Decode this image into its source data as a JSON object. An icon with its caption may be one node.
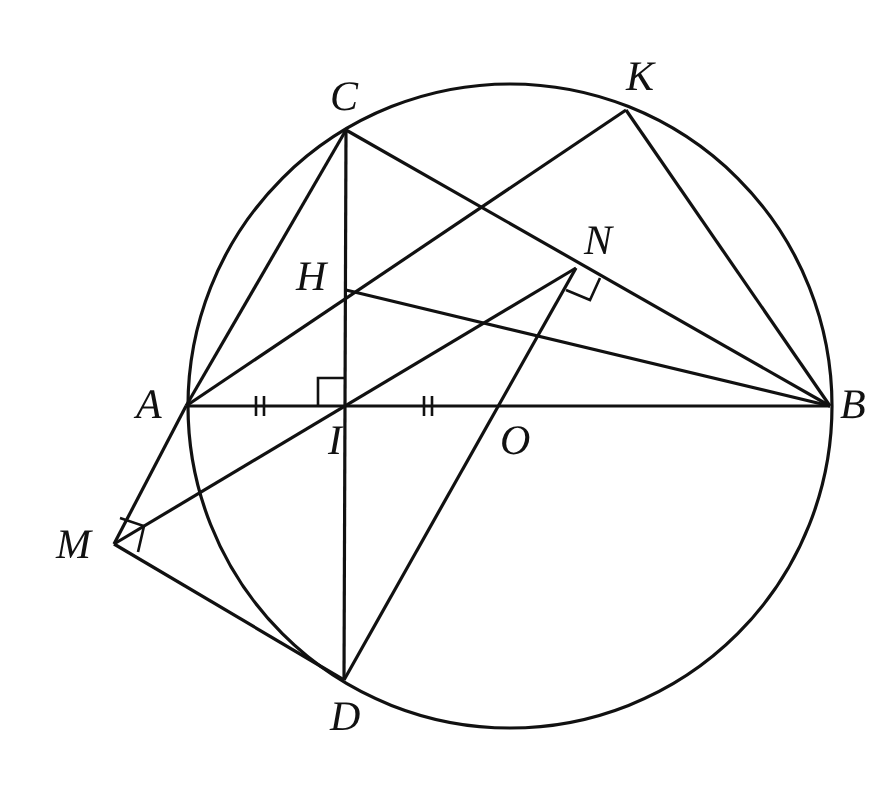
{
  "diagram": {
    "labels": [
      "C",
      "K",
      "N",
      "H",
      "A",
      "I",
      "O",
      "B",
      "M",
      "D"
    ]
  }
}
